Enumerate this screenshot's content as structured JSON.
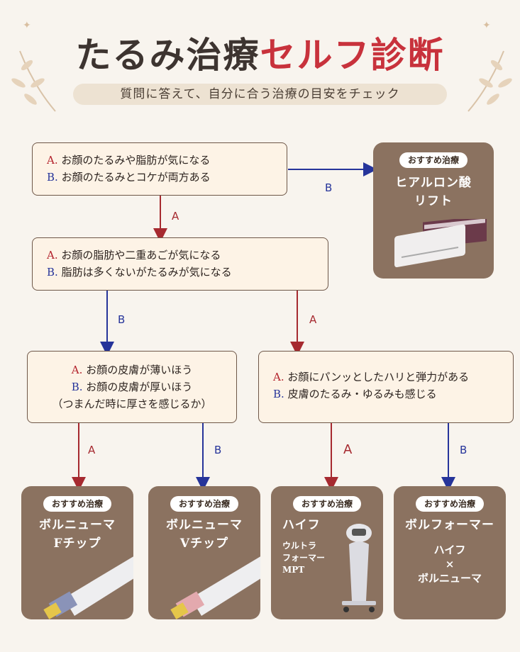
{
  "header": {
    "title_part1": "たるみ治療",
    "title_part2": "セルフ診断",
    "subtitle": "質問に答えて、自分に合う治療の目安をチェック"
  },
  "questions": {
    "q1": {
      "a_key": "A.",
      "a_text": "お顔のたるみや脂肪が気になる",
      "b_key": "B.",
      "b_text": "お顔のたるみとコケが両方ある"
    },
    "q2": {
      "a_key": "A.",
      "a_text": "お顔の脂肪や二重あごが気になる",
      "b_key": "B.",
      "b_text": "脂肪は多くないがたるみが気になる"
    },
    "q3": {
      "a_key": "A.",
      "a_text": "お顔の皮膚が薄いほう",
      "b_key": "B.",
      "b_text": "お顔の皮膚が厚いほう",
      "note": "（つまんだ時に厚さを感じるか）"
    },
    "q4": {
      "a_key": "A.",
      "a_text": "お顔にパンッとしたハリと弾力がある",
      "b_key": "B.",
      "b_text": "皮膚のたるみ・ゆるみも感じる"
    }
  },
  "edge_labels": {
    "q1_b": "B",
    "q1_a": "A",
    "q2_b": "B",
    "q2_a": "A",
    "q3_a": "A",
    "q3_b": "B",
    "q4_a": "A",
    "q4_b": "B"
  },
  "recommendations": {
    "badge": "おすすめ治療",
    "hyaluronic": {
      "line1": "ヒアルロン酸",
      "line2": "リフト"
    },
    "volnewmer_f": {
      "line1": "ボルニューマ",
      "line2": "Fチップ"
    },
    "volnewmer_v": {
      "line1": "ボルニューマ",
      "line2": "Vチップ"
    },
    "hifu": {
      "line1": "ハイフ",
      "sub1": "ウルトラ",
      "sub2": "フォーマー",
      "sub3": "MPT"
    },
    "volformer": {
      "line1": "ボルフォーマー",
      "line2": "ハイフ",
      "cross": "×",
      "line3": "ボルニューマ"
    }
  },
  "colors": {
    "accent_red": "#c8323c",
    "label_a": "#b3222c",
    "label_b": "#26349a",
    "card_brown": "#8b7260",
    "box_bg": "#fdf3e6"
  }
}
